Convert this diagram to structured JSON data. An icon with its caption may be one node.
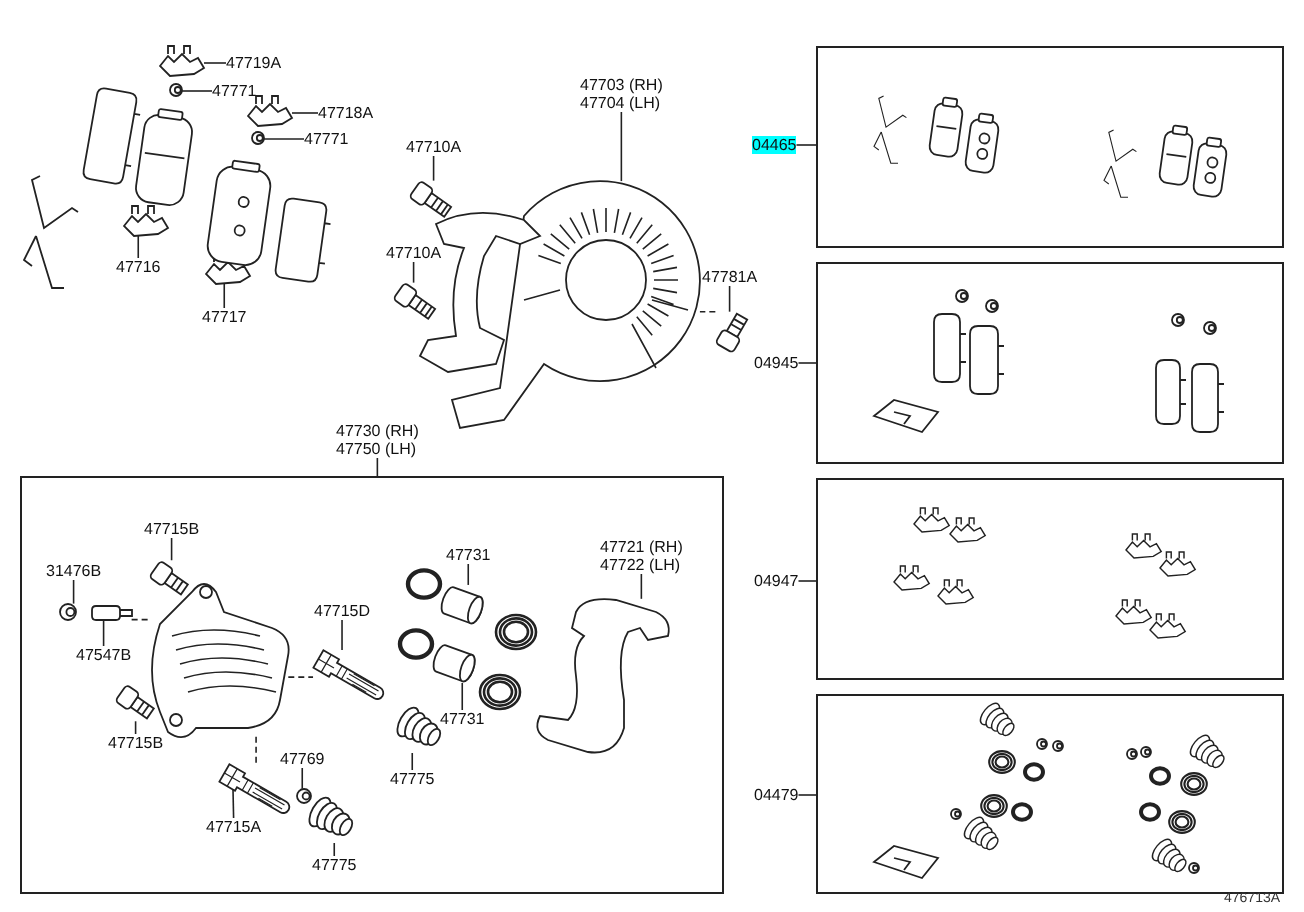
{
  "diagram": {
    "nodes": [
      {
        "text": [
          "47719A"
        ]
      },
      {
        "text": [
          "47771"
        ]
      },
      {
        "text": [
          "47718A"
        ]
      },
      {
        "text": [
          "47771"
        ]
      },
      {
        "text": [
          "47716"
        ]
      },
      {
        "text": [
          "47717"
        ]
      },
      {
        "text": [
          "47710A"
        ]
      },
      {
        "text": [
          "47710A"
        ]
      },
      {
        "text": [
          "47703 (RH)",
          "47704 (LH)"
        ]
      },
      {
        "text": [
          "47781A"
        ]
      },
      {
        "text": [
          "47730 (RH)",
          "47750 (LH)"
        ]
      },
      {
        "text": [],
        "shape": "box"
      },
      {
        "text": [
          "47715B"
        ],
        "in": 11
      },
      {
        "text": [
          "31476B"
        ],
        "in": 11
      },
      {
        "text": [
          "47547B"
        ],
        "in": 11
      },
      {
        "text": [
          "47715B"
        ],
        "in": 11
      },
      {
        "text": [
          "47715D"
        ],
        "in": 11
      },
      {
        "text": [
          "47775"
        ],
        "in": 11
      },
      {
        "text": [
          "47769"
        ],
        "in": 11
      },
      {
        "text": [
          "47715A"
        ],
        "in": 11
      },
      {
        "text": [
          "47775"
        ],
        "in": 11
      },
      {
        "text": [
          "47731"
        ],
        "in": 11
      },
      {
        "text": [
          "47731"
        ],
        "in": 11
      },
      {
        "text": [
          "47721 (RH)",
          "47722 (LH)"
        ],
        "in": 11
      },
      {
        "text": [
          "04465"
        ]
      },
      {
        "text": [],
        "shape": "box"
      },
      {
        "text": [
          "04945"
        ]
      },
      {
        "text": [],
        "shape": "box"
      },
      {
        "text": [
          "04947"
        ]
      },
      {
        "text": [],
        "shape": "box"
      },
      {
        "text": [
          "04479"
        ]
      },
      {
        "text": [],
        "shape": "box"
      },
      {
        "text": [],
        "shape": "picture"
      },
      {
        "text": [],
        "shape": "picture"
      },
      {
        "text": [],
        "shape": "picture"
      },
      {
        "text": [],
        "shape": "picture"
      },
      {
        "text": [],
        "shape": "picture"
      },
      {
        "text": [],
        "shape": "picture"
      },
      {
        "text": [],
        "shape": "picture"
      },
      {
        "text": [],
        "shape": "picture"
      },
      {
        "text": [],
        "shape": "picture"
      },
      {
        "text": [],
        "shape": "picture"
      },
      {
        "text": [],
        "shape": "picture",
        "in": 11
      },
      {
        "text": [],
        "shape": "picture",
        "in": 11
      },
      {
        "text": [],
        "shape": "picture",
        "in": 11
      },
      {
        "text": [],
        "shape": "picture",
        "in": 11
      },
      {
        "text": [],
        "shape": "picture",
        "in": 11
      },
      {
        "text": [],
        "shape": "picture",
        "in": 11
      },
      {
        "text": [],
        "shape": "picture",
        "in": 11
      },
      {
        "text": [],
        "shape": "picture",
        "in": 11
      },
      {
        "text": [],
        "shape": "picture",
        "in": 11
      },
      {
        "text": [],
        "shape": "picture",
        "in": 11
      },
      {
        "text": [],
        "shape": "picture",
        "in": 11
      },
      {
        "text": [],
        "shape": "picture",
        "in": 11
      },
      {
        "text": [],
        "shape": "picture",
        "in": 11
      }
    ],
    "edges": [
      {
        "from": 0,
        "to": 32,
        "arrow": "none"
      },
      {
        "from": 1,
        "to": 33,
        "arrow": "none"
      },
      {
        "from": 2,
        "to": 34,
        "arrow": "none"
      },
      {
        "from": 3,
        "to": 35,
        "arrow": "none"
      },
      {
        "from": 4,
        "to": 36,
        "arrow": "none"
      },
      {
        "from": 5,
        "to": 37,
        "arrow": "none"
      },
      {
        "from": 6,
        "to": 38,
        "arrow": "none"
      },
      {
        "from": 7,
        "to": 39,
        "arrow": "none"
      },
      {
        "from": 8,
        "to": 40,
        "arrow": "none"
      },
      {
        "from": 9,
        "to": 41,
        "arrow": "none"
      },
      {
        "from": 12,
        "to": 42,
        "arrow": "none"
      },
      {
        "from": 13,
        "to": 43,
        "arrow": "none"
      },
      {
        "from": 14,
        "to": 44,
        "arrow": "none"
      },
      {
        "from": 15,
        "to": 45,
        "arrow": "none"
      },
      {
        "from": 16,
        "to": 46,
        "arrow": "none"
      },
      {
        "from": 17,
        "to": 47,
        "arrow": "none"
      },
      {
        "from": 18,
        "to": 48,
        "arrow": "none"
      },
      {
        "from": 19,
        "to": 49,
        "arrow": "none"
      },
      {
        "from": 20,
        "to": 50,
        "arrow": "none"
      },
      {
        "from": 21,
        "to": 51,
        "arrow": "none"
      },
      {
        "from": 22,
        "to": 52,
        "arrow": "none"
      },
      {
        "from": 23,
        "to": 53,
        "arrow": "none"
      },
      {
        "from": 10,
        "to": 11,
        "arrow": "none"
      },
      {
        "from": 24,
        "to": 25,
        "arrow": "none"
      },
      {
        "from": 26,
        "to": 27,
        "arrow": "none"
      },
      {
        "from": 28,
        "to": 29,
        "arrow": "none"
      },
      {
        "from": 30,
        "to": 31,
        "arrow": "none"
      },
      {
        "from": 41,
        "to": 40,
        "arrow": "none",
        "style": "dashed"
      },
      {
        "from": 44,
        "to": 54,
        "arrow": "none",
        "style": "dashed"
      },
      {
        "from": 54,
        "to": 46,
        "arrow": "none",
        "style": "dashed"
      },
      {
        "from": 54,
        "to": 49,
        "arrow": "none",
        "style": "dashed"
      }
    ],
    "labels": [
      "476713A"
    ]
  }
}
